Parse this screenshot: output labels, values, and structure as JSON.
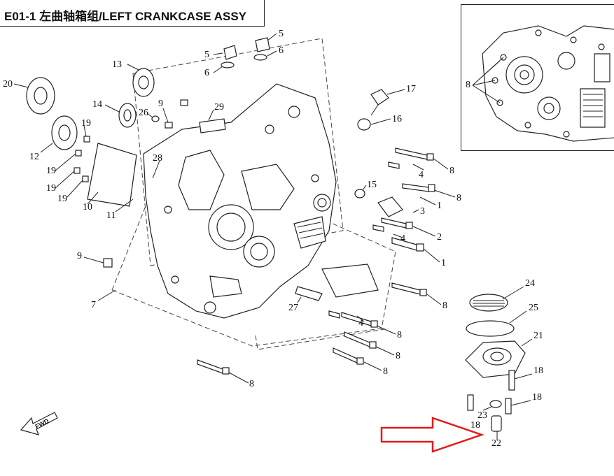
{
  "title": "E01-1 左曲轴箱组/LEFT CRANKCASE ASSY",
  "fwd_label": "FWD",
  "inset_label": "8",
  "callouts": [
    {
      "label": "20"
    },
    {
      "label": "13"
    },
    {
      "label": "5"
    },
    {
      "label": "6"
    },
    {
      "label": "5"
    },
    {
      "label": "6"
    },
    {
      "label": "17"
    },
    {
      "label": "16"
    },
    {
      "label": "14"
    },
    {
      "label": "26"
    },
    {
      "label": "9"
    },
    {
      "label": "29"
    },
    {
      "label": "12"
    },
    {
      "label": "19"
    },
    {
      "label": "19"
    },
    {
      "label": "19"
    },
    {
      "label": "19"
    },
    {
      "label": "10"
    },
    {
      "label": "11"
    },
    {
      "label": "28"
    },
    {
      "label": "15"
    },
    {
      "label": "8"
    },
    {
      "label": "4"
    },
    {
      "label": "8"
    },
    {
      "label": "1"
    },
    {
      "label": "3"
    },
    {
      "label": "2"
    },
    {
      "label": "4"
    },
    {
      "label": "1"
    },
    {
      "label": "9"
    },
    {
      "label": "7"
    },
    {
      "label": "27"
    },
    {
      "label": "8"
    },
    {
      "label": "4"
    },
    {
      "label": "8"
    },
    {
      "label": "8"
    },
    {
      "label": "8"
    },
    {
      "label": "24"
    },
    {
      "label": "25"
    },
    {
      "label": "21"
    },
    {
      "label": "18"
    },
    {
      "label": "18"
    },
    {
      "label": "23"
    },
    {
      "label": "18"
    },
    {
      "label": "22"
    }
  ]
}
